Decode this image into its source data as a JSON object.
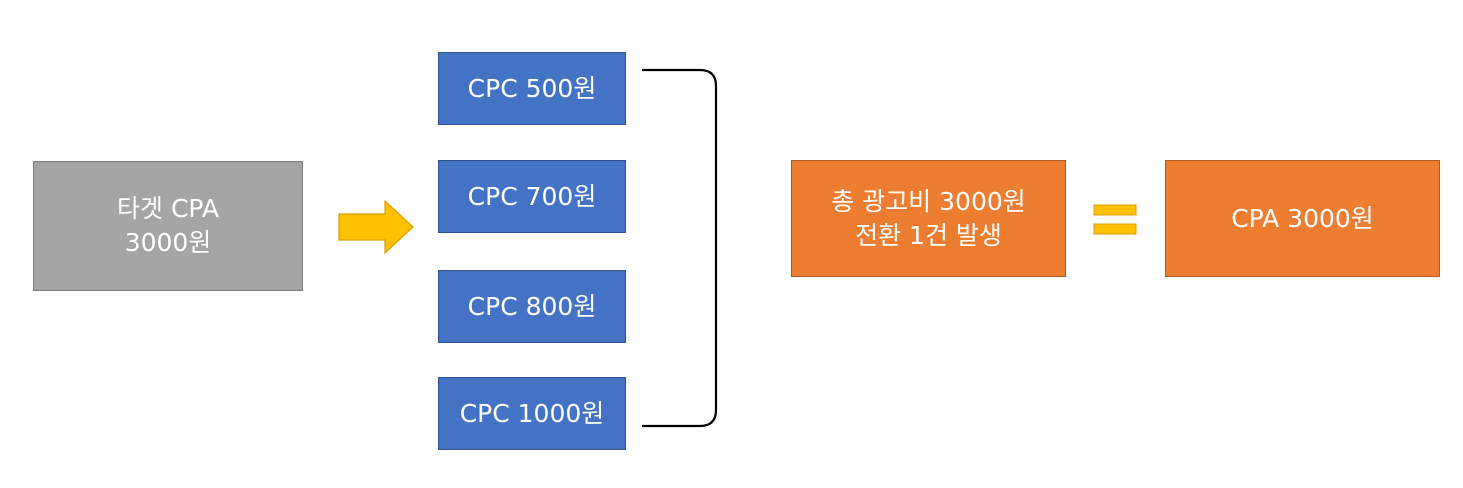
{
  "target": {
    "line1": "타겟 CPA",
    "line2": "3000원"
  },
  "cpc_boxes": [
    {
      "label": "CPC 500원"
    },
    {
      "label": "CPC 700원"
    },
    {
      "label": "CPC 800원"
    },
    {
      "label": "CPC 1000원"
    }
  ],
  "total": {
    "line1": "총 광고비 3000원",
    "line2": "전환 1건 발생"
  },
  "result": {
    "label": "CPA 3000원"
  },
  "colors": {
    "gray": "#a5a5a5",
    "blue": "#4472c4",
    "orange": "#ed7d31",
    "arrow": "#ffc000",
    "equals": "#ffc000",
    "bracket": "#000000"
  },
  "icons": {
    "arrow": "right-arrow-icon",
    "bracket": "right-bracket-icon",
    "equals": "equals-icon"
  }
}
